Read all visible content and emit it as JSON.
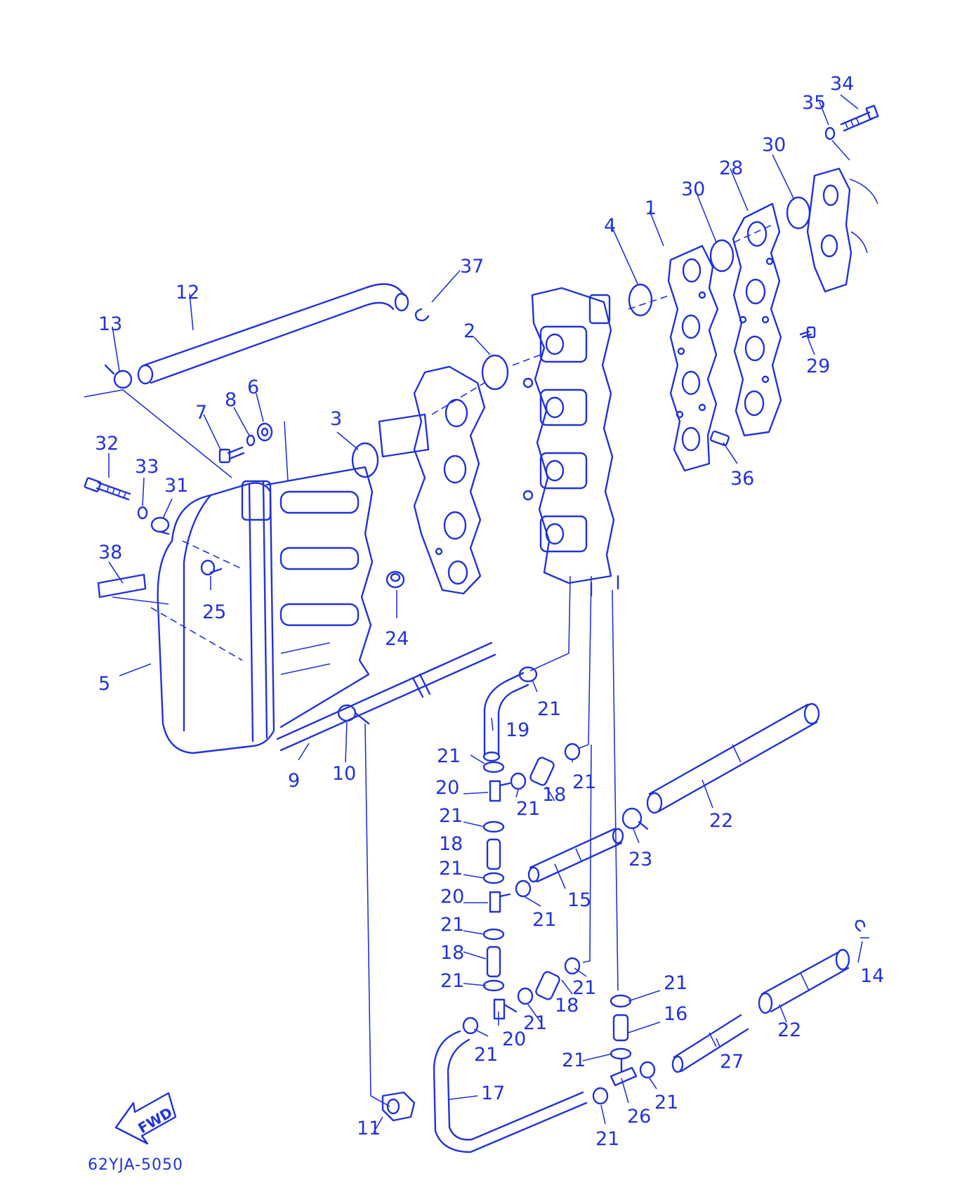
{
  "diagram": {
    "part_code": "62YJA-5050",
    "direction_label": "FWD",
    "accent_color": "#2233d6",
    "background_color": "#ffffff",
    "callouts": [
      {
        "id": "c34",
        "label": "34"
      },
      {
        "id": "c35",
        "label": "35"
      },
      {
        "id": "c30a",
        "label": "30"
      },
      {
        "id": "c28",
        "label": "28"
      },
      {
        "id": "c30b",
        "label": "30"
      },
      {
        "id": "c4",
        "label": "4"
      },
      {
        "id": "c1",
        "label": "1"
      },
      {
        "id": "c37",
        "label": "37"
      },
      {
        "id": "c12",
        "label": "12"
      },
      {
        "id": "c13",
        "label": "13"
      },
      {
        "id": "c2",
        "label": "2"
      },
      {
        "id": "c29",
        "label": "29"
      },
      {
        "id": "c3",
        "label": "3"
      },
      {
        "id": "c7",
        "label": "7"
      },
      {
        "id": "c8",
        "label": "8"
      },
      {
        "id": "c6",
        "label": "6"
      },
      {
        "id": "c32",
        "label": "32"
      },
      {
        "id": "c33",
        "label": "33"
      },
      {
        "id": "c31",
        "label": "31"
      },
      {
        "id": "c36",
        "label": "36"
      },
      {
        "id": "c38",
        "label": "38"
      },
      {
        "id": "c25",
        "label": "25"
      },
      {
        "id": "c24",
        "label": "24"
      },
      {
        "id": "c5",
        "label": "5"
      },
      {
        "id": "c21a",
        "label": "21"
      },
      {
        "id": "c19",
        "label": "19"
      },
      {
        "id": "c9",
        "label": "9"
      },
      {
        "id": "c10",
        "label": "10"
      },
      {
        "id": "c21b",
        "label": "21"
      },
      {
        "id": "c21c",
        "label": "21"
      },
      {
        "id": "c20a",
        "label": "20"
      },
      {
        "id": "c21d",
        "label": "21"
      },
      {
        "id": "c18a",
        "label": "18"
      },
      {
        "id": "c21e",
        "label": "21"
      },
      {
        "id": "c22a",
        "label": "22"
      },
      {
        "id": "c18b",
        "label": "18"
      },
      {
        "id": "c23",
        "label": "23"
      },
      {
        "id": "c21f",
        "label": "21"
      },
      {
        "id": "c15",
        "label": "15"
      },
      {
        "id": "c20b",
        "label": "20"
      },
      {
        "id": "c21g",
        "label": "21"
      },
      {
        "id": "c21h",
        "label": "21"
      },
      {
        "id": "c18c",
        "label": "18"
      },
      {
        "id": "c21i",
        "label": "21"
      },
      {
        "id": "c14",
        "label": "14"
      },
      {
        "id": "c21j",
        "label": "21"
      },
      {
        "id": "c21k",
        "label": "21"
      },
      {
        "id": "c18d",
        "label": "18"
      },
      {
        "id": "c21l",
        "label": "21"
      },
      {
        "id": "c16",
        "label": "16"
      },
      {
        "id": "c20c",
        "label": "20"
      },
      {
        "id": "c21m",
        "label": "21"
      },
      {
        "id": "c22b",
        "label": "22"
      },
      {
        "id": "c21n",
        "label": "21"
      },
      {
        "id": "c27",
        "label": "27"
      },
      {
        "id": "c17",
        "label": "17"
      },
      {
        "id": "c11",
        "label": "11"
      },
      {
        "id": "c26",
        "label": "26"
      },
      {
        "id": "c21o",
        "label": "21"
      },
      {
        "id": "c21p",
        "label": "21"
      }
    ]
  }
}
